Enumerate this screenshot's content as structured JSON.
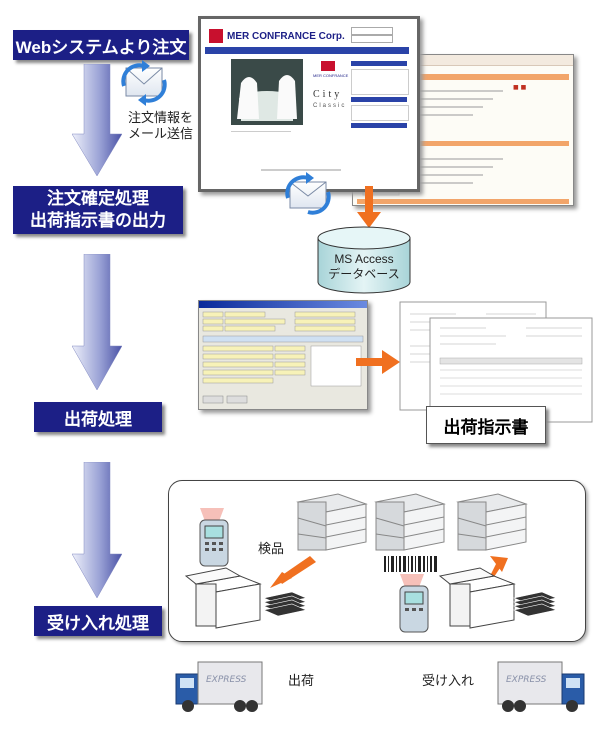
{
  "steps": {
    "web_order": "Webシステムより注文",
    "order_confirm_line1": "注文確定処理",
    "order_confirm_line2": "出荷指示書の出力",
    "shipping": "出荷処理",
    "receiving": "受け入れ処理"
  },
  "notes": {
    "mail_line1": "注文情報を",
    "mail_line2": "メール送信",
    "db_line1": "MS Access",
    "db_line2": "データベース",
    "inspection": "検品",
    "shipping_doc": "出荷指示書",
    "truck_out": "出荷",
    "truck_in": "受け入れ"
  },
  "website": {
    "company": "MER CONFRANCE Corp.",
    "sub_company": "MER CONFRANCE",
    "city": "City",
    "classic": "Classic"
  },
  "trucks": {
    "side_text": "EXPRESS"
  },
  "colors": {
    "step_box": "#1c1f86",
    "arrow_orange": "#f07020",
    "db_fill": "#cde8ea"
  }
}
